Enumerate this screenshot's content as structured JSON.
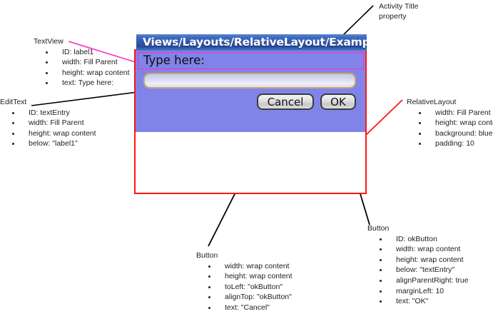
{
  "device": {
    "title_bar": "Views/Layouts/RelativeLayout/Example",
    "label_text": "Type here:",
    "edit_text_value": "",
    "edit_text_placeholder": "",
    "buttons": [
      {
        "name": "cancel",
        "label": "Cancel"
      },
      {
        "name": "ok",
        "label": "OK"
      }
    ]
  },
  "annotations": {
    "activity_title": {
      "line1": "Activity Title",
      "line2": "property"
    },
    "textview": {
      "title": "TextView",
      "items": [
        "ID: label1",
        "width: Fill Parent",
        "height: wrap content",
        "text: Type here:"
      ]
    },
    "edittext": {
      "title": "EditText",
      "items": [
        "ID: textEntry",
        "width: Fill Parent",
        "height: wrap content",
        "below: \"label1\""
      ]
    },
    "relativelayout": {
      "title": "RelativeLayout",
      "items": [
        "width: Fill Parent",
        "height: wrap content",
        "background: blue",
        "padding: 10"
      ]
    },
    "ok_button": {
      "title": "Button",
      "items": [
        "ID: okButton",
        "width: wrap content",
        "height: wrap content",
        "below: \"textEntry\"",
        "alignParentRight: true",
        "marginLeft: 10",
        "text: \"OK\""
      ]
    },
    "cancel_button": {
      "title": "Button",
      "items": [
        "width: wrap content",
        "height: wrap content",
        "toLeft: \"okButton\"",
        "alignTop: \"okButton\"",
        "text: \"Cancel\""
      ]
    }
  },
  "colors": {
    "relative_layout_bg": "#8084e8",
    "outline_red": "#ff1515",
    "outline_magenta": "#ff29c8",
    "title_bar_blue": "#2e55a8",
    "leader_black": "#000000"
  }
}
